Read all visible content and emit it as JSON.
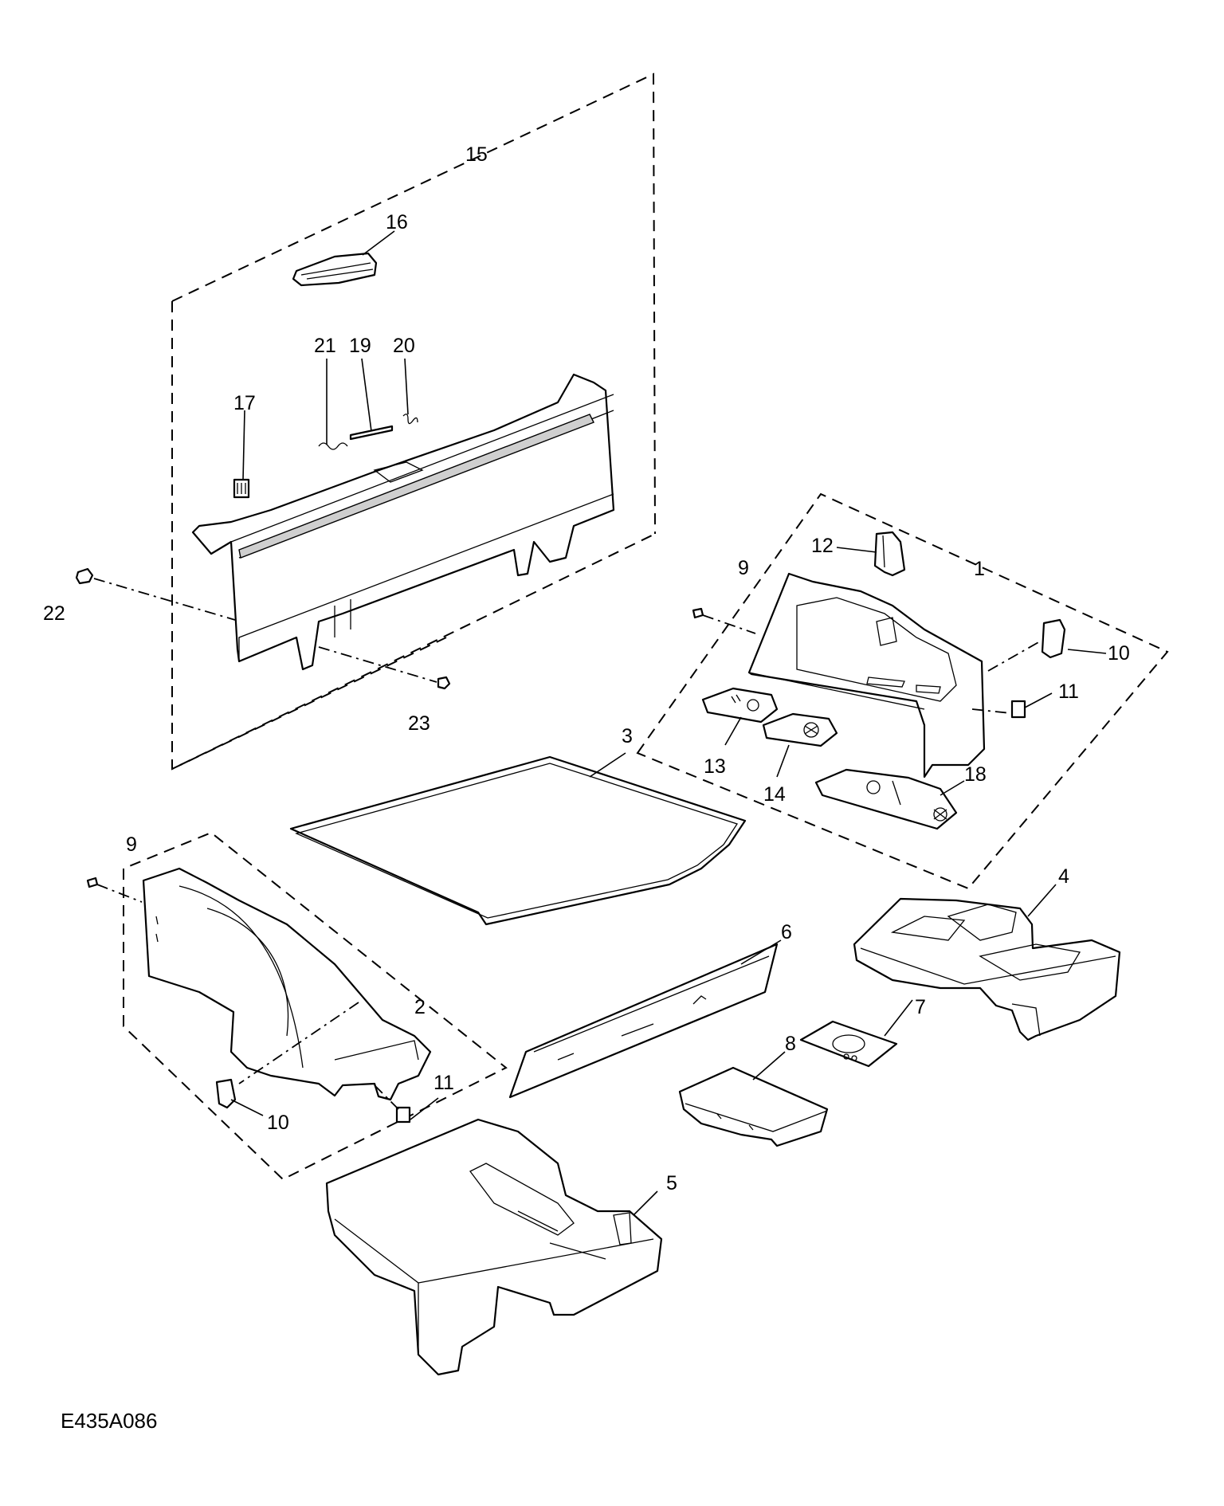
{
  "diagram_code": "E435A086",
  "callouts": {
    "c1": "1",
    "c2": "2",
    "c3": "3",
    "c4": "4",
    "c5": "5",
    "c6": "6",
    "c7": "7",
    "c8": "8",
    "c9a": "9",
    "c9b": "9",
    "c10a": "10",
    "c10b": "10",
    "c11a": "11",
    "c11b": "11",
    "c12": "12",
    "c13": "13",
    "c14": "14",
    "c15": "15",
    "c16": "16",
    "c17": "17",
    "c18": "18",
    "c19": "19",
    "c20": "20",
    "c21": "21",
    "c22": "22",
    "c23": "23"
  }
}
